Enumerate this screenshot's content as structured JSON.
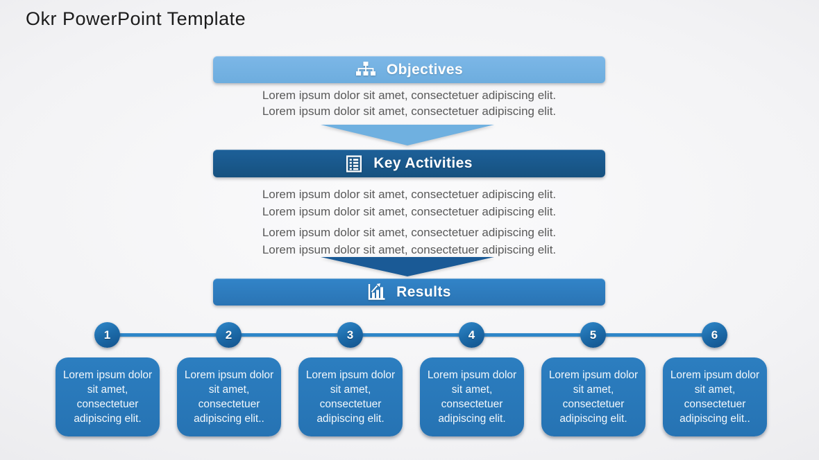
{
  "title": "Okr PowerPoint Template",
  "colors": {
    "objectives_banner": "#74b2e2",
    "key_activities_banner": "#1a5a96",
    "results_banner": "#2d7ec3",
    "step_box": "#2878ba",
    "timeline_line": "#2e86c8",
    "body_text": "#595959"
  },
  "objectives": {
    "label": "Objectives",
    "icon": "org-chart-icon",
    "desc_lines": [
      "Lorem ipsum dolor sit amet, consectetuer adipiscing elit.",
      "Lorem ipsum dolor sit amet, consectetuer adipiscing elit."
    ]
  },
  "key_activities": {
    "label": "Key Activities",
    "icon": "list-icon",
    "desc_lines": [
      "Lorem ipsum dolor sit amet, consectetuer adipiscing elit.",
      "Lorem ipsum dolor sit amet, consectetuer adipiscing elit.",
      "Lorem ipsum dolor sit amet, consectetuer adipiscing elit.",
      "Lorem ipsum dolor sit amet, consectetuer adipiscing elit."
    ]
  },
  "results": {
    "label": "Results",
    "icon": "bar-chart-icon"
  },
  "steps": [
    {
      "number": "1",
      "text": "Lorem ipsum dolor sit amet, consectetuer adipiscing elit."
    },
    {
      "number": "2",
      "text": "Lorem ipsum dolor sit amet, consectetuer adipiscing elit.."
    },
    {
      "number": "3",
      "text": "Lorem ipsum dolor sit amet, consectetuer adipiscing elit."
    },
    {
      "number": "4",
      "text": "Lorem ipsum dolor sit amet, consectetuer adipiscing elit."
    },
    {
      "number": "5",
      "text": "Lorem ipsum dolor sit amet, consectetuer adipiscing elit."
    },
    {
      "number": "6",
      "text": "Lorem ipsum dolor sit amet, consectetuer adipiscing elit.."
    }
  ]
}
